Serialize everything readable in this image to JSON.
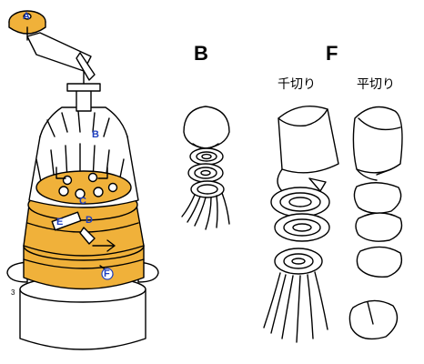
{
  "labels": {
    "a": "A",
    "b": "B",
    "c": "C",
    "d": "D",
    "e": "E",
    "f": "F",
    "corner": "3"
  },
  "panel_b": {
    "title": "B"
  },
  "panel_f": {
    "title": "F",
    "left_caption": "千切り",
    "right_caption": "平切り"
  },
  "colors": {
    "accent": "#f0b13a",
    "label": "#1f3fbf",
    "line": "#000000",
    "fill": "#ffffff"
  }
}
